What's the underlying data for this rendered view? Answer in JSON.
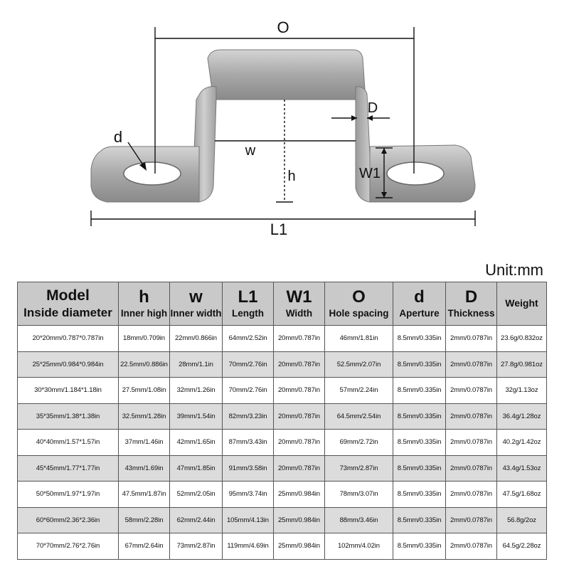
{
  "diagram": {
    "labels": {
      "O": "O",
      "D": "D",
      "d": "d",
      "w": "w",
      "h": "h",
      "W1": "W1",
      "L1": "L1"
    }
  },
  "unit_label": "Unit:mm",
  "table": {
    "headers": [
      {
        "symbol": "Model",
        "sub": "Inside diameter"
      },
      {
        "symbol": "h",
        "sub": "Inner high"
      },
      {
        "symbol": "w",
        "sub": "Inner width"
      },
      {
        "symbol": "L1",
        "sub": "Length"
      },
      {
        "symbol": "W1",
        "sub": "Width"
      },
      {
        "symbol": "O",
        "sub": "Hole spacing"
      },
      {
        "symbol": "d",
        "sub": "Aperture"
      },
      {
        "symbol": "D",
        "sub": "Thickness"
      },
      {
        "symbol": "",
        "sub": "Weight"
      }
    ],
    "rows": [
      [
        "20*20mm/0.787*0.787in",
        "18mm/0.709in",
        "22mm/0.866in",
        "64mm/2.52in",
        "20mm/0.787in",
        "46mm/1.81in",
        "8.5mm/0.335in",
        "2mm/0.0787in",
        "23.6g/0.832oz"
      ],
      [
        "25*25mm/0.984*0.984in",
        "22.5mm/0.886in",
        "28mm/1.1in",
        "70mm/2.76in",
        "20mm/0.787in",
        "52.5mm/2.07in",
        "8.5mm/0.335in",
        "2mm/0.0787in",
        "27.8g/0.981oz"
      ],
      [
        "30*30mm/1.184*1.18in",
        "27.5mm/1.08in",
        "32mm/1.26in",
        "70mm/2.76in",
        "20mm/0.787in",
        "57mm/2.24in",
        "8.5mm/0.335in",
        "2mm/0.0787in",
        "32g/1.13oz"
      ],
      [
        "35*35mm/1.38*1.38in",
        "32.5mm/1.28in",
        "39mm/1.54in",
        "82mm/3.23in",
        "20mm/0.787in",
        "64.5mm/2.54in",
        "8.5mm/0.335in",
        "2mm/0.0787in",
        "36.4g/1.28oz"
      ],
      [
        "40*40mm/1.57*1.57in",
        "37mm/1.46in",
        "42mm/1.65in",
        "87mm/3.43in",
        "20mm/0.787in",
        "69mm/2.72in",
        "8.5mm/0.335in",
        "2mm/0.0787in",
        "40.2g/1.42oz"
      ],
      [
        "45*45mm/1.77*1.77in",
        "43mm/1.69in",
        "47mm/1.85in",
        "91mm/3.58in",
        "20mm/0.787in",
        "73mm/2.87in",
        "8.5mm/0.335in",
        "2mm/0.0787in",
        "43.4g/1.53oz"
      ],
      [
        "50*50mm/1.97*1.97in",
        "47.5mm/1.87in",
        "52mm/2.05in",
        "95mm/3.74in",
        "25mm/0.984in",
        "78mm/3.07in",
        "8.5mm/0.335in",
        "2mm/0.0787in",
        "47.5g/1.68oz"
      ],
      [
        "60*60mm/2.36*2.36in",
        "58mm/2.28in",
        "62mm/2.44in",
        "105mm/4.13in",
        "25mm/0.984in",
        "88mm/3.46in",
        "8.5mm/0.335in",
        "2mm/0.0787in",
        "56.8g/2oz"
      ],
      [
        "70*70mm/2.76*2.76in",
        "67mm/2.64in",
        "73mm/2.87in",
        "119mm/4.69in",
        "25mm/0.984in",
        "102mm/4.02in",
        "8.5mm/0.335in",
        "2mm/0.0787in",
        "64.5g/2.28oz"
      ]
    ]
  }
}
